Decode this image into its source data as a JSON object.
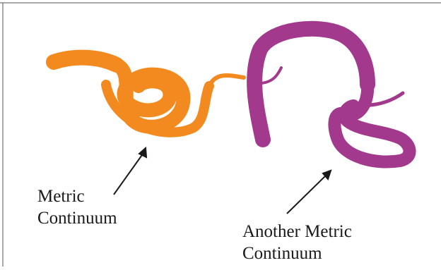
{
  "diagram": {
    "curves": [
      {
        "name": "metric-continuum-curve",
        "color": "#f38a1f"
      },
      {
        "name": "another-metric-continuum-curve",
        "color": "#a3398c"
      }
    ],
    "labels": [
      {
        "lines": [
          "Metric",
          "Continuum"
        ]
      },
      {
        "lines": [
          "Another Metric",
          "Continuum"
        ]
      }
    ],
    "arrow_color": "#1a1a1a",
    "frame_color": "#555555"
  }
}
